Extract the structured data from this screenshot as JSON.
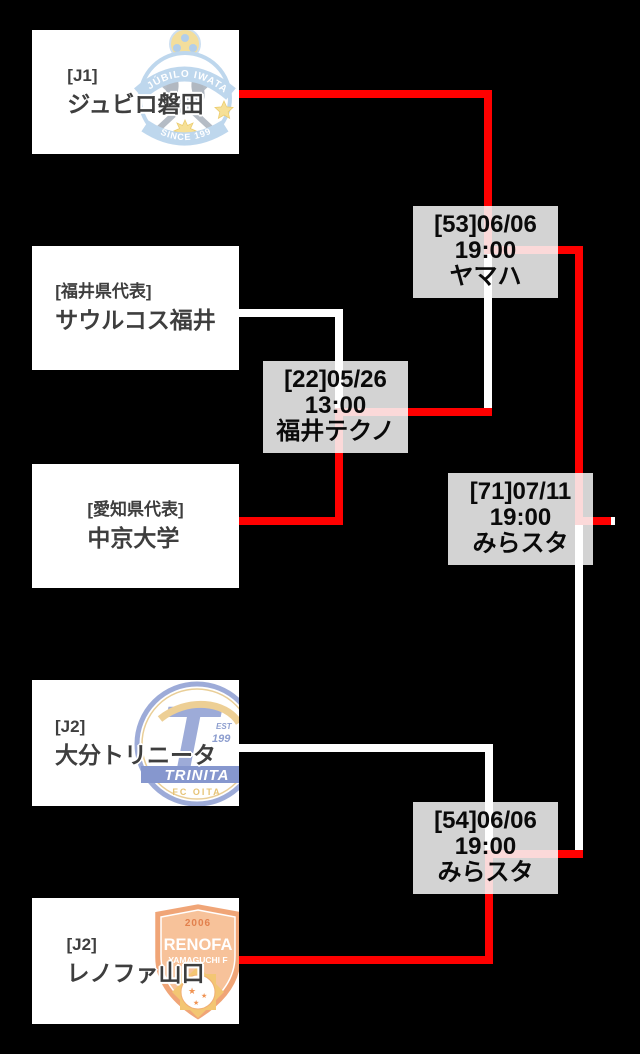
{
  "teams": [
    {
      "division": "[J1]",
      "name": "ジュビロ磐田",
      "crest": "jubilo-iwata-crest"
    },
    {
      "division": "[福井県代表]",
      "name": "サウルコス福井",
      "crest": null
    },
    {
      "division": "[愛知県代表]",
      "name": "中京大学",
      "crest": null
    },
    {
      "division": "[J2]",
      "name": "大分トリニータ",
      "crest": "oita-trinita-crest"
    },
    {
      "division": "[J2]",
      "name": "レノファ山口",
      "crest": "renofa-yamaguchi-crest"
    }
  ],
  "matches": [
    {
      "header": "[22]05/26",
      "time": "13:00",
      "venue": "福井テクノ"
    },
    {
      "header": "[53]06/06",
      "time": "19:00",
      "venue": "ヤマハ"
    },
    {
      "header": "[71]07/11",
      "time": "19:00",
      "venue": "みらスタ"
    },
    {
      "header": "[54]06/06",
      "time": "19:00",
      "venue": "みらスタ"
    }
  ],
  "crest_text": {
    "jubilo": {
      "ribbon_top": "JÚBILO IWATA",
      "ribbon_bottom": "SINCE 199"
    },
    "oita": {
      "initial": "T",
      "est": "EST",
      "year": "199",
      "banner": "TRINITA",
      "footer": "FC OITA"
    },
    "renofa": {
      "year": "2006",
      "name": "RENOFA",
      "subtitle": "YAMAGUCHI F"
    }
  },
  "colors": {
    "background": "#000000",
    "team_box": "#ffffff",
    "match_box": "#d3d3d3",
    "winner_line": "#ff0000",
    "loser_line": "#ffffff",
    "winner_line_tint_on_box": "#fbd9d9",
    "team_text": "#3e3e3e",
    "match_text": "#0a0a0a"
  }
}
